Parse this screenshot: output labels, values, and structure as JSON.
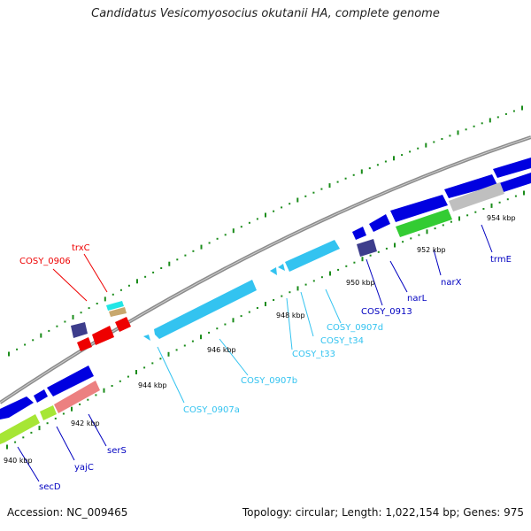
{
  "title": "Candidatus Vesicomyosocius okutanii HA, complete genome",
  "footer": {
    "accession": "Accession: NC_009465",
    "summary": "Topology: circular; Length: 1,022,154 bp; Genes: 975"
  },
  "colors": {
    "backbone": "#8c8c8c",
    "scale_dots": "#1a8c1a",
    "blue_gene": "#0000e0",
    "cyan_gene": "#33c3f0",
    "red_gene": "#ee0000",
    "green_gene": "#66cc33",
    "yellowgreen_gene": "#a6e635",
    "pink_gene": "#ec8080",
    "gray_gene": "#bfbfbf",
    "purple_gene": "#3d3d8c",
    "tan_gene": "#c8a86e",
    "aqua_gene": "#22e6e6"
  },
  "tick_labels": [
    "940 kbp",
    "942 kbp",
    "944 kbp",
    "946 kbp",
    "948 kbp",
    "950 kbp",
    "952 kbp",
    "954 kbp"
  ],
  "gene_labels": [
    {
      "text": "COSY_0906",
      "color": "#ee0000"
    },
    {
      "text": "trxC",
      "color": "#ee0000"
    },
    {
      "text": "COSY_0913",
      "color": "#0000c0"
    },
    {
      "text": "narL",
      "color": "#0000c0"
    },
    {
      "text": "narX",
      "color": "#0000c0"
    },
    {
      "text": "trmE",
      "color": "#0000c0"
    },
    {
      "text": "COSY_0907d",
      "color": "#33c3f0"
    },
    {
      "text": "COSY_t34",
      "color": "#33c3f0"
    },
    {
      "text": "COSY_t33",
      "color": "#33c3f0"
    },
    {
      "text": "COSY_0907b",
      "color": "#33c3f0"
    },
    {
      "text": "COSY_0907a",
      "color": "#33c3f0"
    },
    {
      "text": "serS",
      "color": "#0000c0"
    },
    {
      "text": "yajC",
      "color": "#0000c0"
    },
    {
      "text": "secD",
      "color": "#0000c0"
    }
  ]
}
